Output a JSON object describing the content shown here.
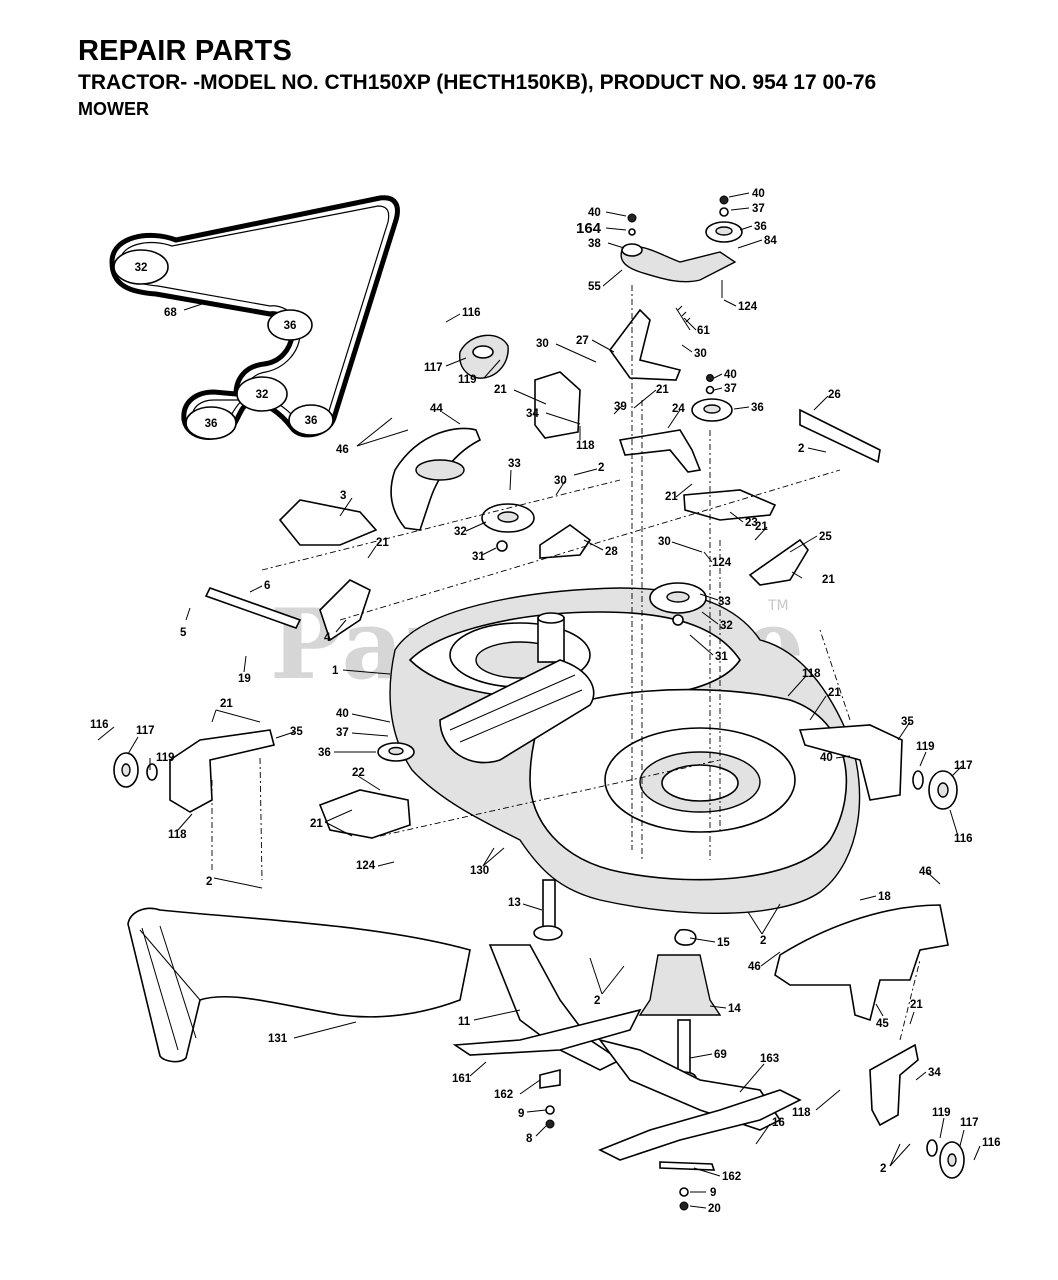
{
  "header": {
    "title": "REPAIR PARTS",
    "subtitle": "TRACTOR- -MODEL NO. CTH150XP (HECTH150KB), PRODUCT NO. 954 17 00-76",
    "section": "MOWER"
  },
  "watermark": {
    "text": "PartsTree",
    "tm": "TM"
  },
  "belt_labels": {
    "p1": "32",
    "p2": "36",
    "p3": "32",
    "p4": "36",
    "p5": "36"
  },
  "callouts": {
    "c40a": "40",
    "c37a": "37",
    "c36a": "36",
    "c84": "84",
    "c40b": "40",
    "c164": "164",
    "c38": "38",
    "c55": "55",
    "c124a": "124",
    "c68": "68",
    "c116a": "116",
    "c61": "61",
    "c30a": "30",
    "c27": "27",
    "c30b": "30",
    "c117a": "117",
    "c119a": "119",
    "c21a": "21",
    "c21b": "21",
    "c40c": "40",
    "c37b": "37",
    "c36b": "36",
    "c39": "39",
    "c34a": "34",
    "c118a": "118",
    "c26": "26",
    "c24": "24",
    "c2a": "2",
    "c46a": "46",
    "c44": "44",
    "c33a": "33",
    "c2b": "2",
    "c30c": "30",
    "c21c": "21",
    "c3": "3",
    "c32a": "32",
    "c31a": "31",
    "c28": "28",
    "c23": "23",
    "c21d": "21",
    "c25": "25",
    "c21e": "21",
    "c6": "6",
    "c30d": "30",
    "c124b": "124",
    "c21f": "21",
    "c5": "5",
    "c4": "4",
    "c33b": "33",
    "c32b": "32",
    "c31b": "31",
    "c19": "19",
    "c1": "1",
    "c118b": "118",
    "c21g": "21",
    "c21h": "21",
    "c116b": "116",
    "c117b": "117",
    "c35a": "35",
    "c40d": "40",
    "c37c": "37",
    "c36c": "36",
    "c35b": "35",
    "c40e": "40",
    "c119b": "119",
    "c117c": "117",
    "c22": "22",
    "c119c": "119",
    "c118c": "118",
    "c21i": "21",
    "c116c": "116",
    "c124c": "124",
    "c130": "130",
    "c2c": "2",
    "c46b": "46",
    "c18": "18",
    "c13": "13",
    "c15": "15",
    "c2d": "2",
    "c46c": "46",
    "c2e": "2",
    "c14": "14",
    "c45": "45",
    "c131": "131",
    "c11": "11",
    "c21j": "21",
    "c69": "69",
    "c161": "161",
    "c163": "163",
    "c34b": "34",
    "c162a": "162",
    "c9a": "9",
    "c118d": "118",
    "c16": "16",
    "c8": "8",
    "c119d": "119",
    "c117d": "117",
    "c116d": "116",
    "c2f": "2",
    "c162b": "162",
    "c9b": "9",
    "c20": "20"
  }
}
